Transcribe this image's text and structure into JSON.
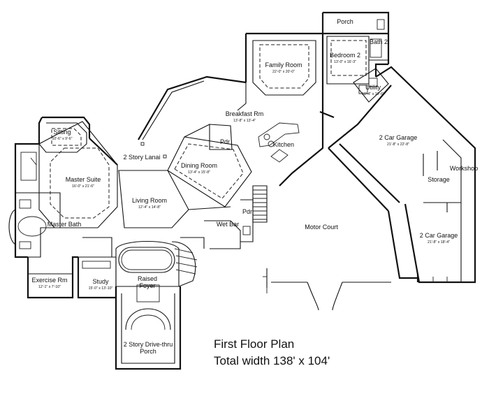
{
  "title_line1": "First Floor Plan",
  "title_line2": "Total width 138' x 104'",
  "rooms": {
    "porch_top": {
      "label": "Porch"
    },
    "bath2": {
      "label": "Bath 2"
    },
    "bedroom2": {
      "label": "Bedroom 2",
      "dim": "13'-0\" x 16'-3\""
    },
    "family_room": {
      "label": "Family Room",
      "dim": "22'-0\" x 20'-0\""
    },
    "utility": {
      "label": "Utility",
      "dim": "10'-4\" x 10'-6\""
    },
    "breakfast": {
      "label": "Breakfast Rm",
      "dim": "13'-8\" x 13'-4\""
    },
    "kitchen": {
      "label": "Kitchen"
    },
    "pdr1": {
      "label": "Pdr"
    },
    "pdr2": {
      "label": "Pdr"
    },
    "sitting": {
      "label": "Sitting",
      "dim": "10'-6\" x 9'-6\""
    },
    "lanai": {
      "label": "2 Story Lanai"
    },
    "dining": {
      "label": "Dining Room",
      "dim": "13'-4\" x 15'-8\""
    },
    "master_suite": {
      "label": "Master Suite",
      "dim": "16'-0\" x 21'-6\""
    },
    "living": {
      "label": "Living Room",
      "dim": "12'-4\" x 14'-8\""
    },
    "master_bath": {
      "label": "Master Bath"
    },
    "wet_bar": {
      "label": "Wet Bar"
    },
    "motor_court": {
      "label": "Motor Court"
    },
    "garage1": {
      "label": "2 Car Garage",
      "dim": "21'-8\" x 22'-8\""
    },
    "workshop": {
      "label": "Workshop"
    },
    "storage": {
      "label": "Storage"
    },
    "garage2": {
      "label": "2 Car Garage",
      "dim": "21'-8\" x 18'-4\""
    },
    "exercise": {
      "label": "Exercise Rm",
      "dim": "12'-1\" x 7'-10\""
    },
    "study": {
      "label": "Study",
      "dim": "15'-0\" x 13'-10\""
    },
    "foyer": {
      "label_line1": "Raised",
      "label_line2": "Foyer"
    },
    "drive_thru": {
      "label_line1": "2 Story Drive-thru",
      "label_line2": "Porch"
    }
  }
}
